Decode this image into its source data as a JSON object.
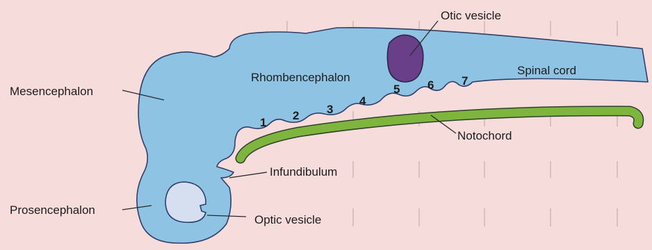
{
  "colors": {
    "background": "#f7dcdc",
    "neural_tube": "#8fc3e4",
    "outline": "#2f3f6a",
    "notochord": "#7db53e",
    "otic_vesicle": "#6a3f8a",
    "optic_vesicle": "#d6dff0"
  },
  "labels": {
    "otic_vesicle": "Otic vesicle",
    "rhombencephalon": "Rhombencephalon",
    "spinal_cord": "Spinal cord",
    "mesencephalon": "Mesencephalon",
    "notochord": "Notochord",
    "infundibulum": "Infundibulum",
    "prosencephalon": "Prosencephalon",
    "optic_vesicle": "Optic vesicle"
  },
  "rhombomeres": [
    "1",
    "2",
    "3",
    "4",
    "5",
    "6",
    "7"
  ]
}
